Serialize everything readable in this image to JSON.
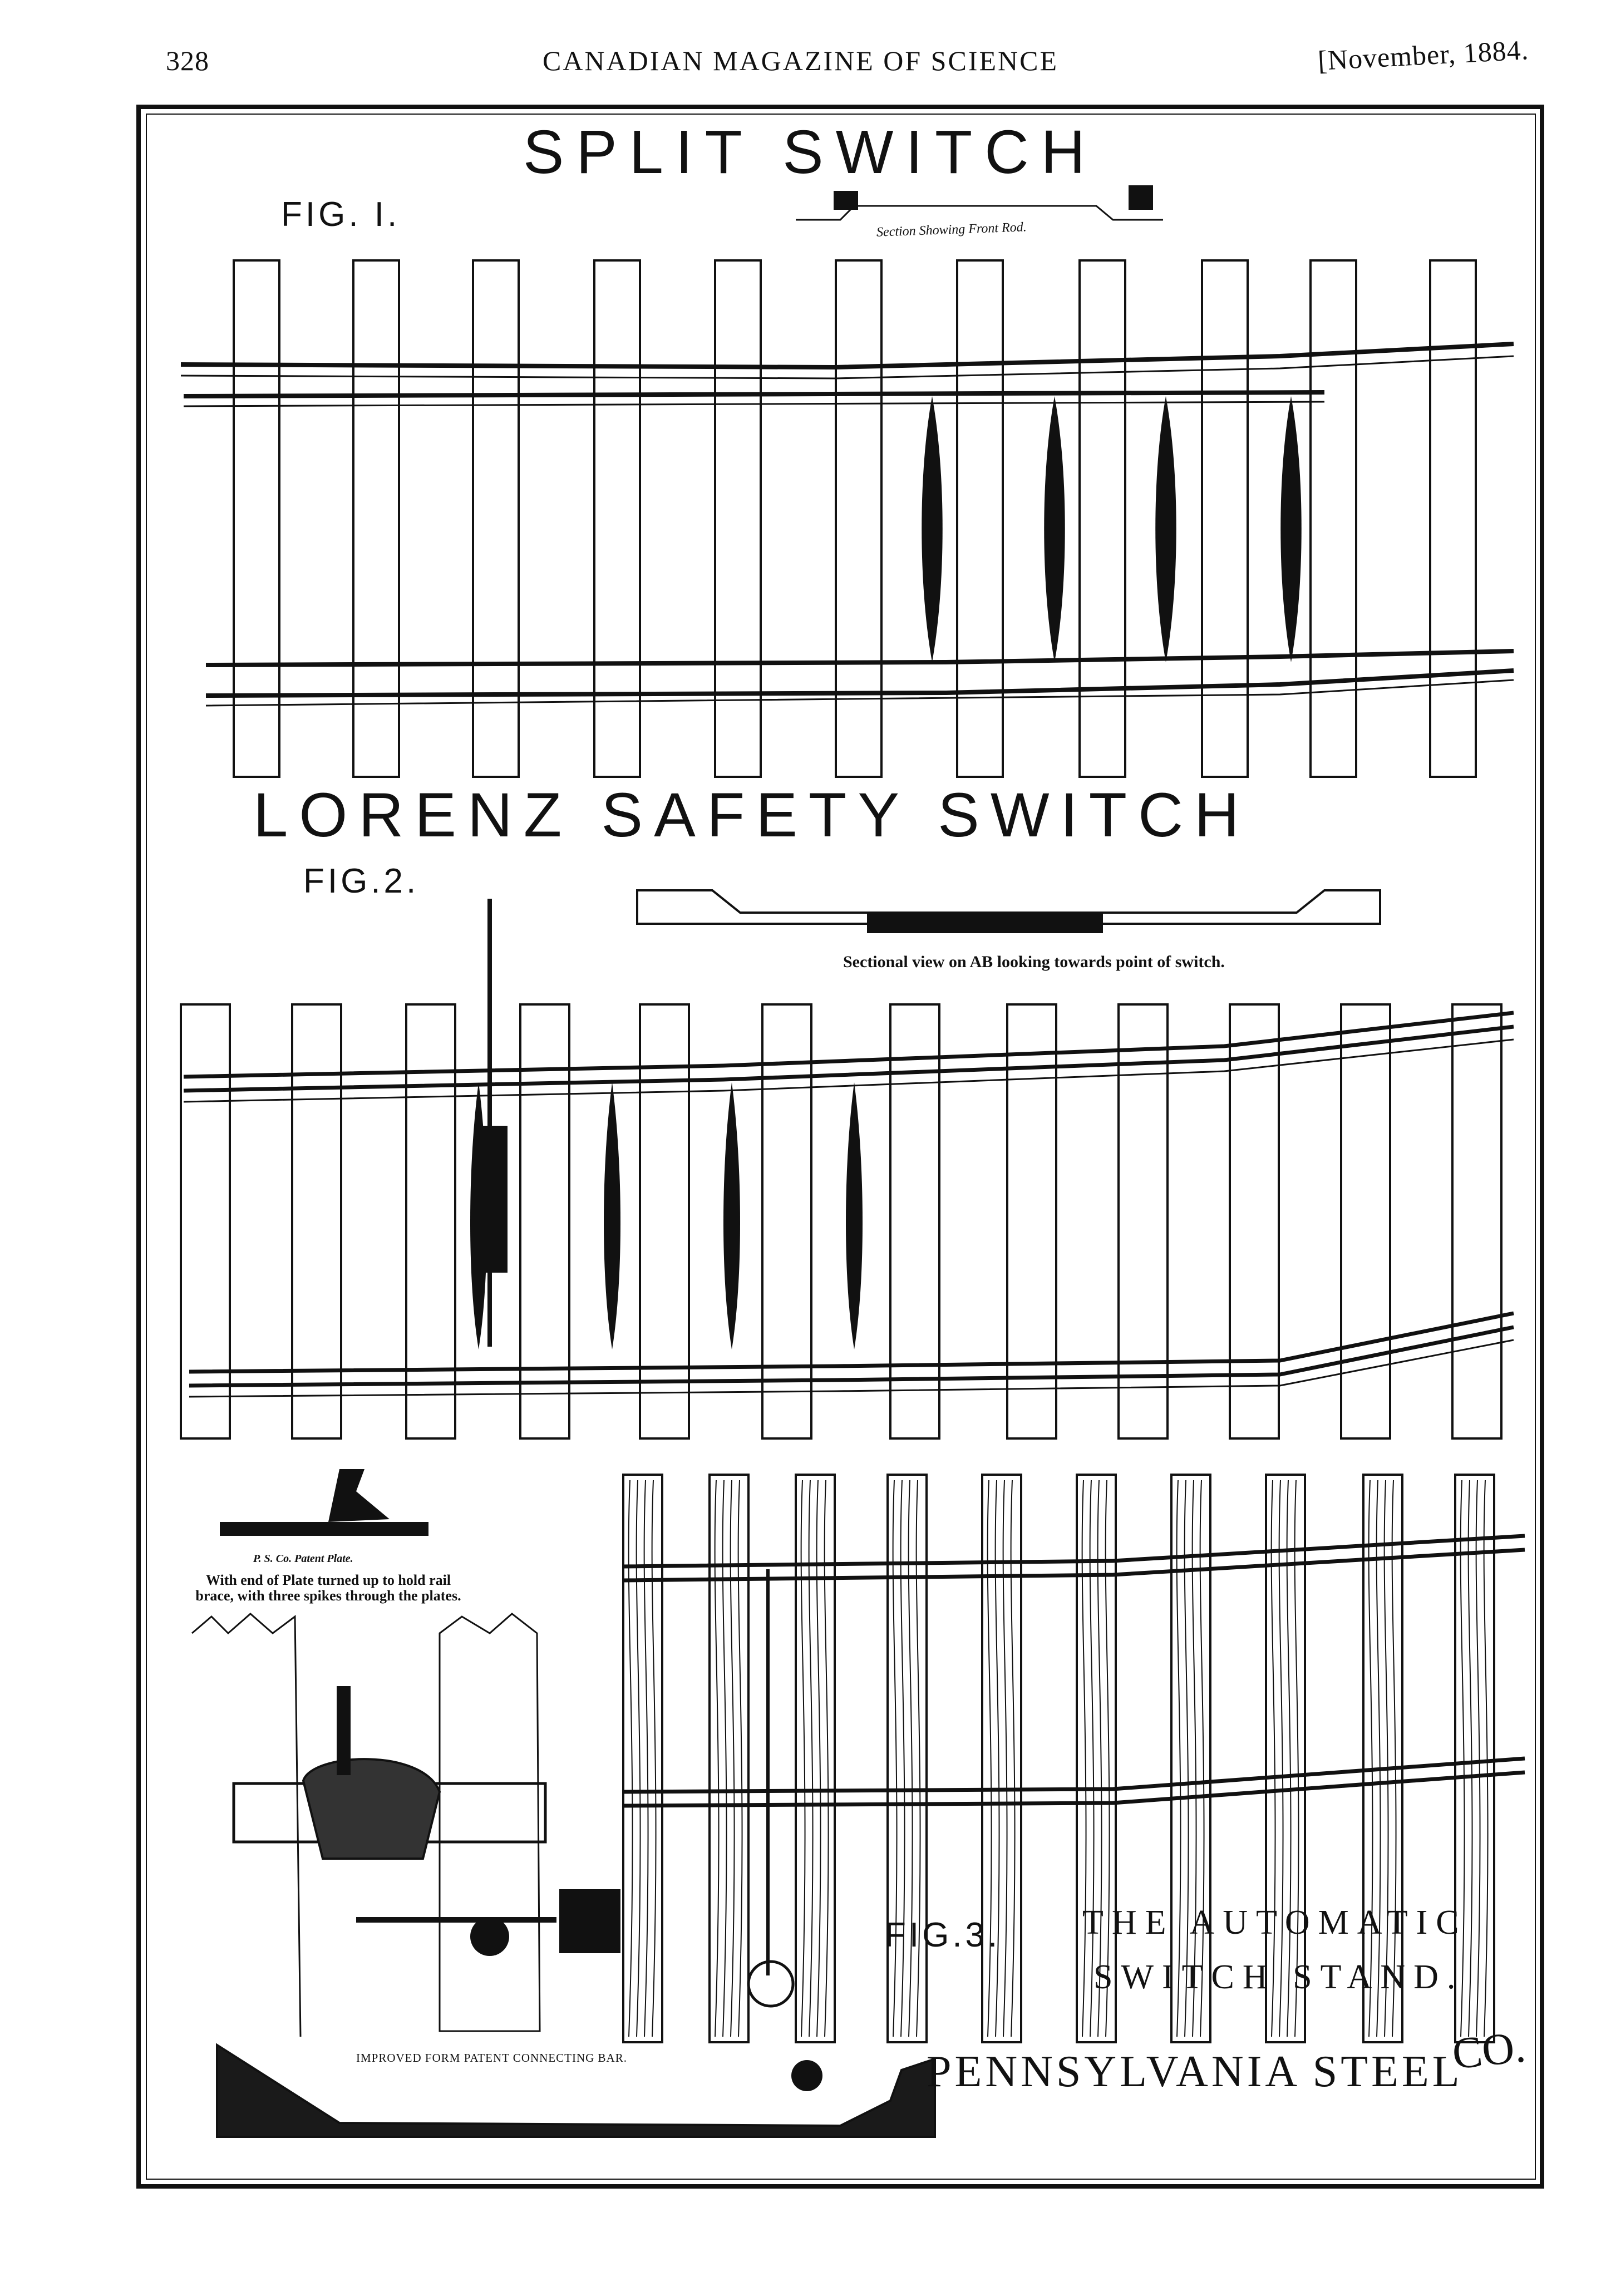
{
  "header": {
    "page_number": "328",
    "magazine_title": "CANADIAN MAGAZINE OF SCIENCE",
    "issue_date": "[November, 1884."
  },
  "plate": {
    "split_switch": {
      "heading": "SPLIT SWITCH",
      "figure_label": "FIG. I.",
      "section_caption": "Section Showing Front Rod."
    },
    "lorenz_switch": {
      "heading": "LORENZ SAFETY SWITCH",
      "figure_label": "FIG.2.",
      "section_caption": "Sectional view on AB looking towards point of switch."
    },
    "patent_plate": {
      "caption": "P. S. Co. Patent Plate.",
      "description": "With end of Plate turned up to hold rail brace, with three spikes through the plates."
    },
    "connecting_bar": {
      "caption": "IMPROVED FORM PATENT CONNECTING BAR."
    },
    "automatic_stand": {
      "figure_label": "FIG.3.",
      "title_line1": "THE AUTOMATIC",
      "title_line2": "SWITCH STAND."
    },
    "company": "PENNSYLVANIA STEEL",
    "company_suffix": "CO."
  }
}
